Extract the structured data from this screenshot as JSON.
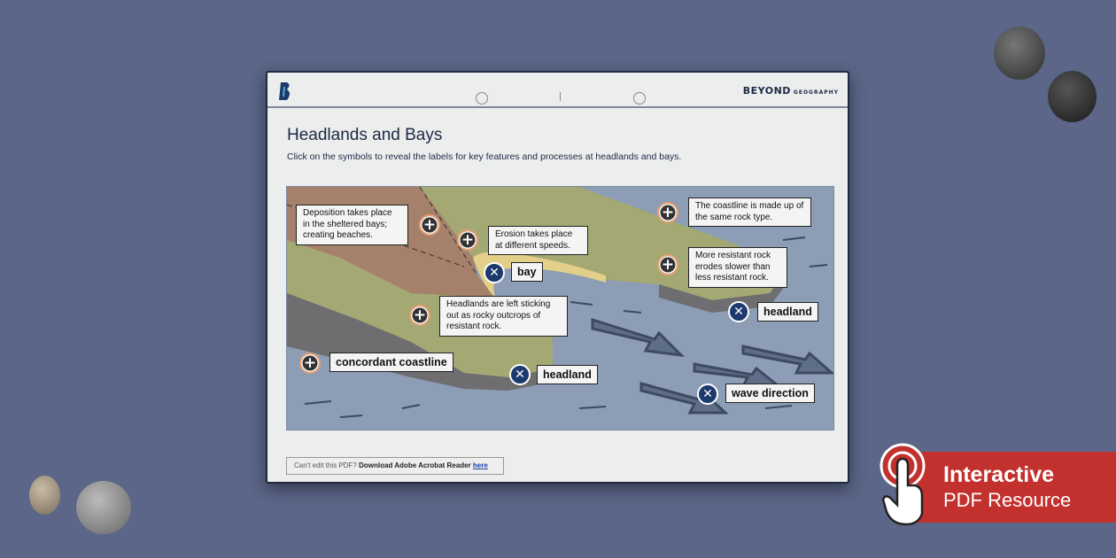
{
  "header": {
    "brand_main": "BEYOND",
    "brand_sub": "GEOGRAPHY"
  },
  "page": {
    "title": "Headlands and Bays",
    "instructions": "Click on the symbols to reveal the labels for key features and processes at headlands and bays."
  },
  "annotations": {
    "deposition": "Deposition takes place in the sheltered bays; creating beaches.",
    "erosion": "Erosion takes place at different speeds.",
    "bay": "bay",
    "same_rock": "The coastline is made up of the same rock type.",
    "resistant": "More resistant rock erodes slower than less resistant rock.",
    "headland_right": "headland",
    "headlands_left": "Headlands are left sticking out as rocky outcrops of resistant rock.",
    "concordant": "concordant coastline",
    "headland_bottom": "headland",
    "wave": "wave direction"
  },
  "footer": {
    "prefix": "Can't edit this PDF?",
    "bold": "Download Adobe Acrobat Reader",
    "link": "here"
  },
  "badge": {
    "line1": "Interactive",
    "line2": "PDF Resource"
  },
  "colors": {
    "background": "#5b6688",
    "sea": "#8c9db5",
    "land": "#a4a873",
    "soft_rock": "#a5806a",
    "badge": "#c3312f",
    "marker_plus": "#e8a070",
    "marker_x": "#1d3a6e"
  },
  "icons": {
    "expand": "plus-circle-icon",
    "collapse": "close-circle-icon"
  }
}
